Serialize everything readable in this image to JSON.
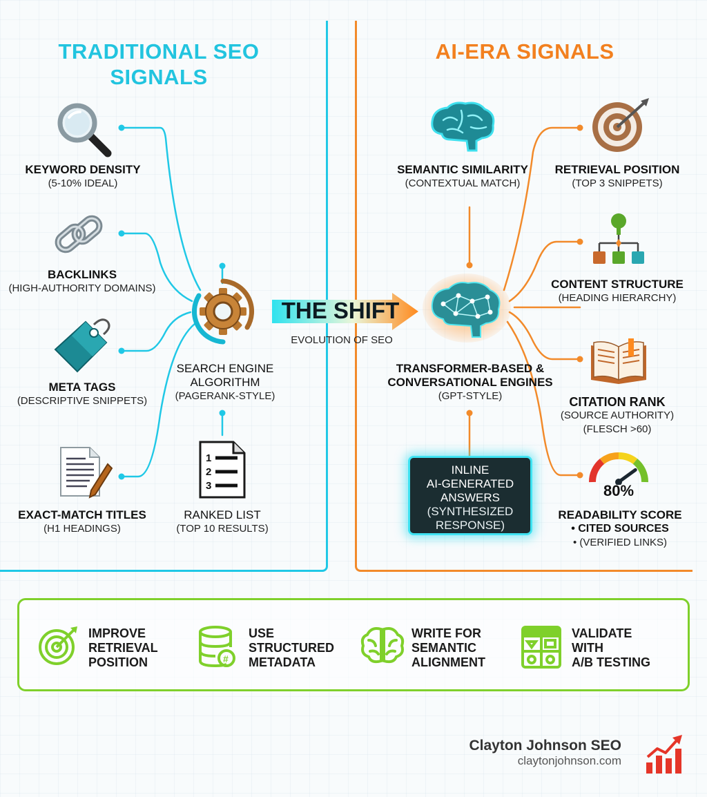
{
  "traditional": {
    "title": "TRADITIONAL SEO SIGNALS",
    "items": [
      {
        "name": "KEYWORD DENSITY",
        "detail": "(5-10% IDEAL)"
      },
      {
        "name": "BACKLINKS",
        "detail": "(HIGH-AUTHORITY DOMAINS)"
      },
      {
        "name": "META TAGS",
        "detail": "(DESCRIPTIVE SNIPPETS)"
      },
      {
        "name": "EXACT-MATCH TITLES",
        "detail": "(H1 HEADINGS)"
      }
    ],
    "engine": {
      "line1": "SEARCH ENGINE",
      "line2": "ALGORITHM",
      "detail": "(PAGERANK-STYLE)"
    },
    "output": {
      "name": "RANKED LIST",
      "detail": "(TOP 10 RESULTS)"
    }
  },
  "shift": {
    "title": "THE SHIFT",
    "subtitle": "EVOLUTION OF SEO"
  },
  "ai": {
    "title": "AI-ERA SIGNALS",
    "semantic": {
      "name": "SEMANTIC SIMILARITY",
      "detail": "(CONTEXTUAL MATCH)"
    },
    "items": [
      {
        "name": "RETRIEVAL POSITION",
        "detail": "(TOP 3 SNIPPETS)"
      },
      {
        "name": "CONTENT STRUCTURE",
        "detail": "(HEADING HIERARCHY)"
      },
      {
        "name": "CITATION RANK",
        "detail": "(SOURCE AUTHORITY)",
        "detail2": "(FLESCH >60)"
      },
      {
        "name": "READABILITY SCORE",
        "bullet1": "• CITED SOURCES",
        "bullet2": "• (VERIFIED LINKS)"
      }
    ],
    "gauge_value": "80%",
    "gauge_level": 0.8,
    "engine": {
      "line1": "TRANSFORMER-BASED &",
      "line2": "CONVERSATIONAL ENGINES",
      "detail": "(GPT-STYLE)"
    },
    "output": {
      "line1": "INLINE",
      "line2": "AI-GENERATED",
      "line3": "ANSWERS",
      "line4": "(SYNTHESIZED",
      "line5": "RESPONSE)"
    }
  },
  "tips": [
    {
      "icon": "target-icon",
      "lines": [
        "IMPROVE",
        "RETRIEVAL",
        "POSITION"
      ]
    },
    {
      "icon": "database-icon",
      "lines": [
        "USE",
        "STRUCTURED",
        "METADATA"
      ]
    },
    {
      "icon": "brain-icon",
      "lines": [
        "WRITE FOR",
        "SEMANTIC",
        "ALIGNMENT"
      ]
    },
    {
      "icon": "ab-test-icon",
      "lines": [
        "VALIDATE",
        "WITH",
        "A/B TESTING"
      ]
    }
  ],
  "brand": {
    "name": "Clayton Johnson SEO",
    "url": "claytonjohnson.com"
  },
  "colors": {
    "traditional": "#20c8e6",
    "ai": "#f28a2a",
    "tips": "#7fd02b"
  }
}
